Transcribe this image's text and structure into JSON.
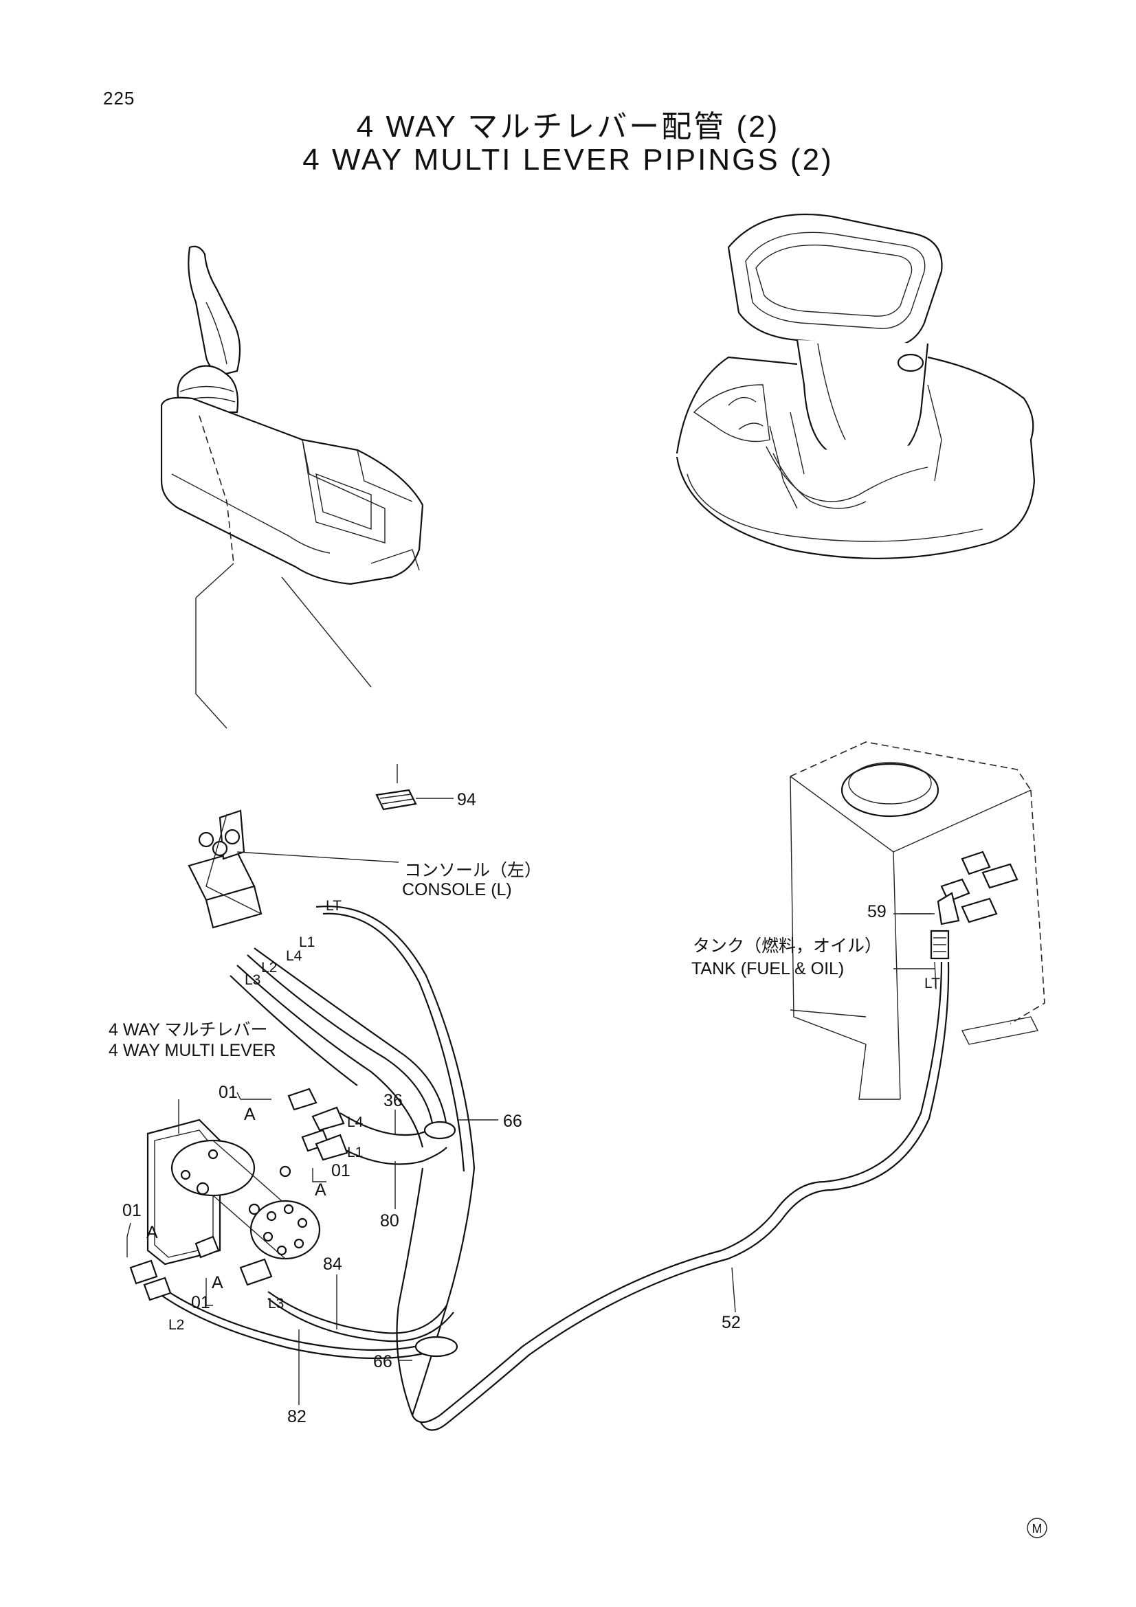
{
  "page_number": "225",
  "title": {
    "japanese": "4 WAY マルチレバー配管 (2)",
    "english": "4 WAY MULTI LEVER PIPINGS (2)"
  },
  "callouts": {
    "console_jp": "コンソール（左）",
    "console_en": "CONSOLE (L)",
    "tank_jp": "タンク（燃料，オイル）",
    "tank_en": "TANK  (FUEL & OIL)",
    "lever_jp": "4 WAY マルチレバー",
    "lever_en": "4 WAY  MULTI  LEVER"
  },
  "part_numbers": {
    "p94": "94",
    "p59": "59",
    "p36": "36",
    "p66_a": "66",
    "p66_b": "66",
    "p80": "80",
    "p84": "84",
    "p82": "82",
    "p52": "52",
    "p01_a": "01",
    "p01_b": "01",
    "p01_c": "01",
    "p01_d": "01"
  },
  "port_labels": {
    "lt_valve": "LT",
    "lt_tank": "LT",
    "l1_valve": "L1",
    "l4_valve": "L4",
    "l2_valve": "L2",
    "l3_valve": "L3",
    "l4_lever": "L4",
    "l1_lever": "L1",
    "l3_lever": "L3",
    "l2_lever": "L2"
  },
  "detail_marks": {
    "a1": "A",
    "a2": "A",
    "a3": "A",
    "a4": "A"
  },
  "corner_mark": "M"
}
